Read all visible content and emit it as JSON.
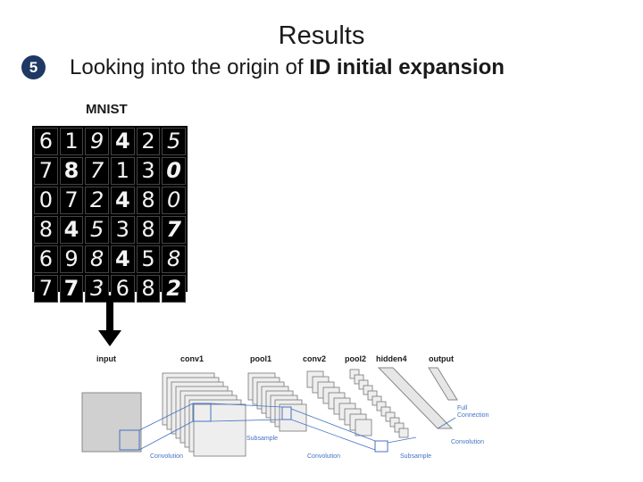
{
  "slide": {
    "title": "Results",
    "badge": "5",
    "subtitle_plain": "Looking into the origin of ",
    "subtitle_bold": "ID initial expansion"
  },
  "mnist": {
    "label": "MNIST",
    "digits": [
      "6",
      "1",
      "9",
      "4",
      "2",
      "5",
      "7",
      "8",
      "7",
      "1",
      "3",
      "0",
      "0",
      "7",
      "2",
      "4",
      "8",
      "0",
      "8",
      "4",
      "5",
      "3",
      "8",
      "7",
      "6",
      "9",
      "8",
      "4",
      "5",
      "8",
      "7",
      "7",
      "3",
      "6",
      "8",
      "2"
    ]
  },
  "cnn": {
    "layers": {
      "input": "input",
      "conv1": "conv1",
      "pool1": "pool1",
      "conv2": "conv2",
      "pool2": "pool2",
      "hidden4": "hidden4",
      "output": "output"
    },
    "operations": {
      "convolution_1": "Convolution",
      "subsample_1": "Subsample",
      "convolution_2": "Convolution",
      "subsample_2": "Subsample",
      "full_connection_line1": "Full",
      "full_connection_line2": "Connection",
      "convolution_3": "Convolution"
    },
    "line_color": "#4472c4"
  }
}
